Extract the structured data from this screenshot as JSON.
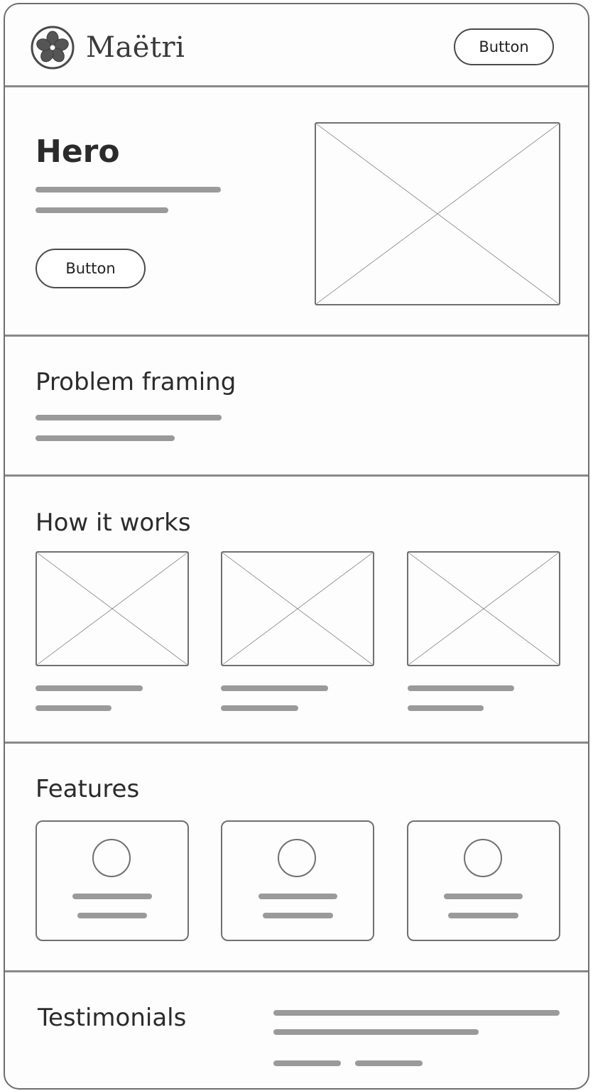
{
  "header": {
    "brand_name": "Maëtri",
    "logo_icon": "flower-icon",
    "button_label": "Button"
  },
  "hero": {
    "title": "Hero",
    "button_label": "Button"
  },
  "problem": {
    "title": "Problem framing"
  },
  "how_it_works": {
    "title": "How it works"
  },
  "features": {
    "title": "Features"
  },
  "testimonials": {
    "title": "Testimonials"
  },
  "colors": {
    "border": "#6e6e6e",
    "placeholder_line": "#9a9a9a",
    "text": "#2b2b2b"
  }
}
